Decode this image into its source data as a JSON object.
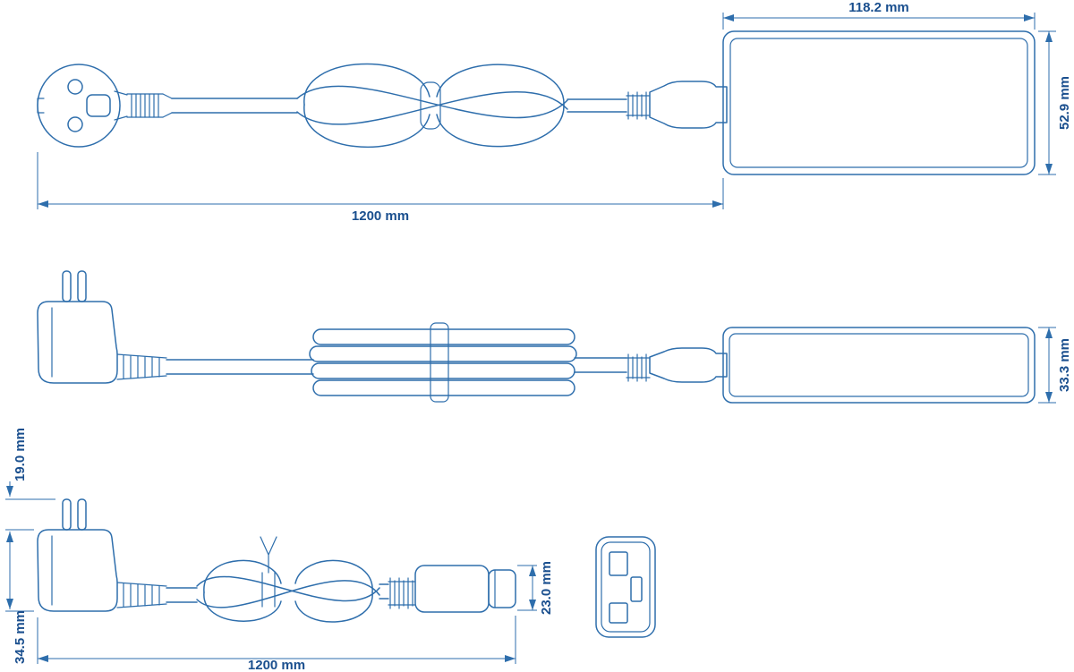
{
  "colors": {
    "line": "#2e6eac",
    "text": "#1a4f8e"
  },
  "labels": {
    "top_view": {
      "adapter_width": "118.2 mm",
      "adapter_height": "52.9 mm",
      "cable_length": "1200 mm"
    },
    "side_view": {
      "adapter_thickness": "33.3 mm"
    },
    "cord_view": {
      "prong_length": "19.0 mm",
      "plug_height": "34.5 mm",
      "connector_height": "23.0 mm",
      "cord_length": "1200 mm"
    }
  }
}
